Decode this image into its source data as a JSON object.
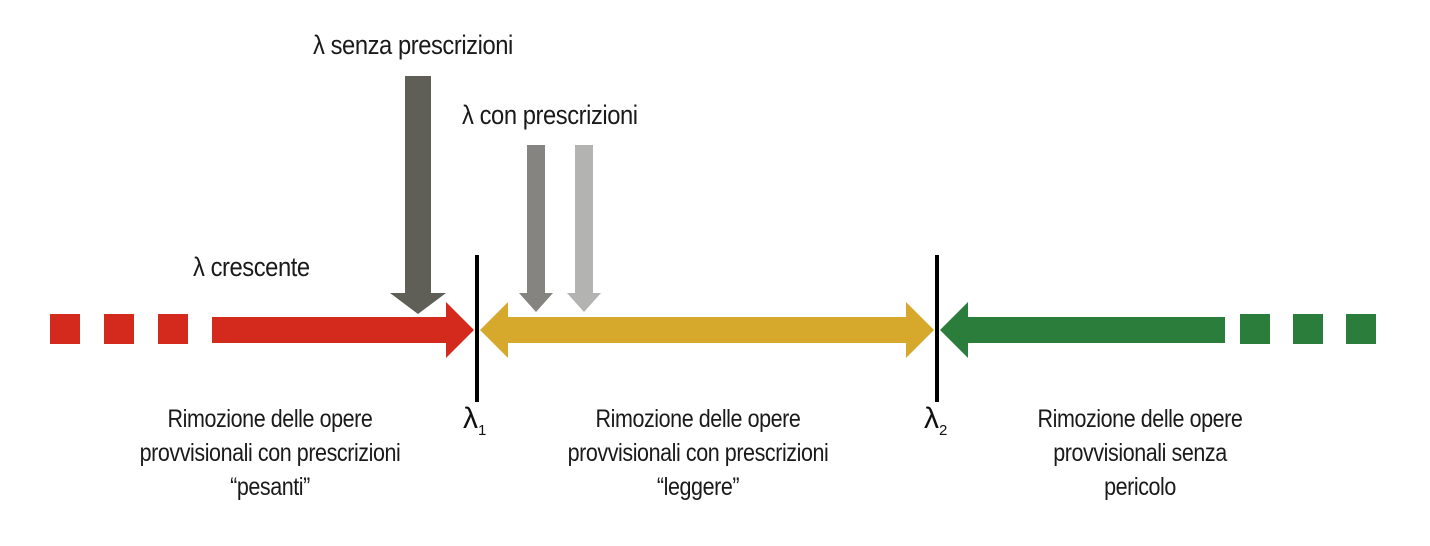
{
  "labels": {
    "senza": "λ senza prescrizioni",
    "con": "λ con prescrizioni",
    "crescente": "λ crescente"
  },
  "thresholds": {
    "l1_symbol": "λ",
    "l1_sub": "1",
    "l2_symbol": "λ",
    "l2_sub": "2"
  },
  "zones": {
    "left": [
      "Rimozione delle opere",
      "provvisionali con prescrizioni",
      "“pesanti”"
    ],
    "middle": [
      "Rimozione delle opere",
      "provvisionali con prescrizioni",
      "“leggere”"
    ],
    "right": [
      "Rimozione delle opere",
      "provvisionali senza",
      "pericolo"
    ]
  },
  "colors": {
    "red": "#d42a1e",
    "yellow": "#d6a92d",
    "green": "#2b7d3c",
    "arrow_dark": "#5f5e57",
    "arrow_mid": "#858480",
    "arrow_light": "#b3b3b1",
    "divider": "#000000"
  }
}
